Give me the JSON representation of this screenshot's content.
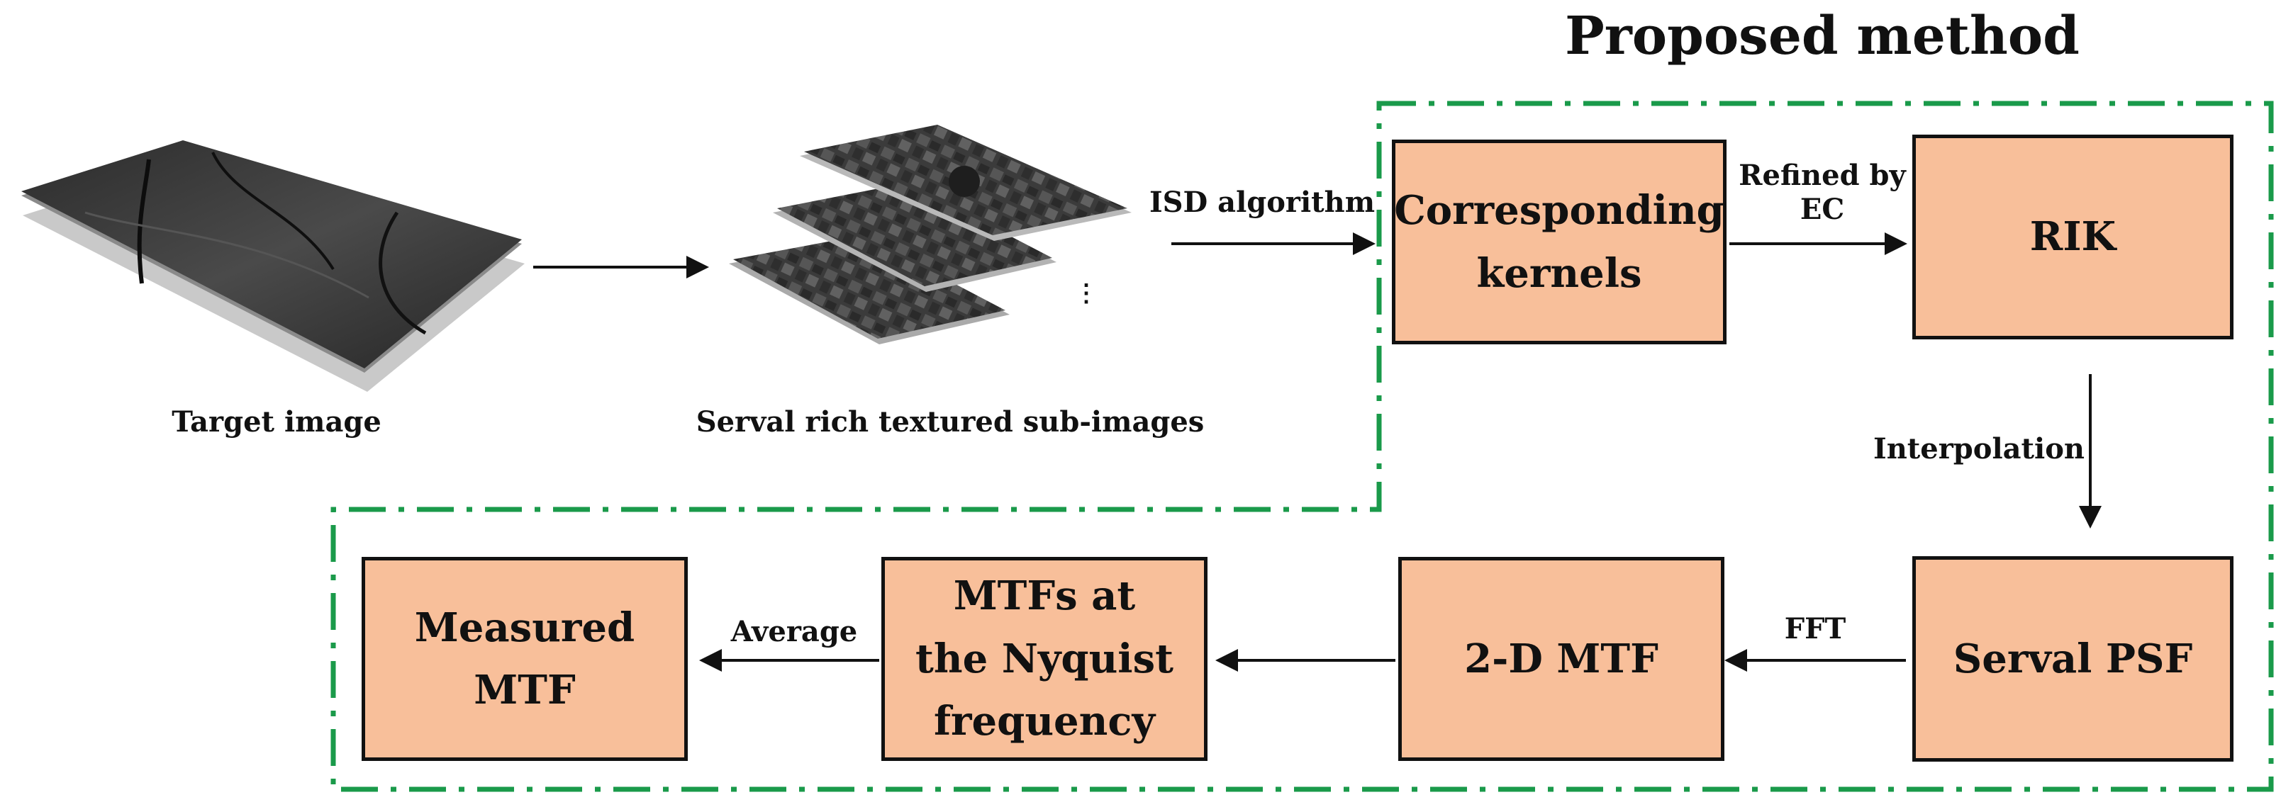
{
  "title": "Proposed method",
  "images": {
    "target_caption": "Target image",
    "subimages_caption": "Serval rich textured sub-images",
    "ellipsis": "⋮"
  },
  "edges": {
    "isd": "ISD algorithm",
    "refined": "Refined by\nEC",
    "interpolation": "Interpolation",
    "fft": "FFT",
    "average": "Average"
  },
  "boxes": {
    "kernels": "Corresponding\nkernels",
    "rik": "RIK",
    "psf": "Serval PSF",
    "mtf2d": "2-D MTF",
    "nyquist": "MTFs at\nthe Nyquist\nfrequency",
    "measured": "Measured\nMTF"
  },
  "colors": {
    "box_fill": "#f8bf9a",
    "dashed_border": "#1a9a4a",
    "arrow": "#111111"
  }
}
